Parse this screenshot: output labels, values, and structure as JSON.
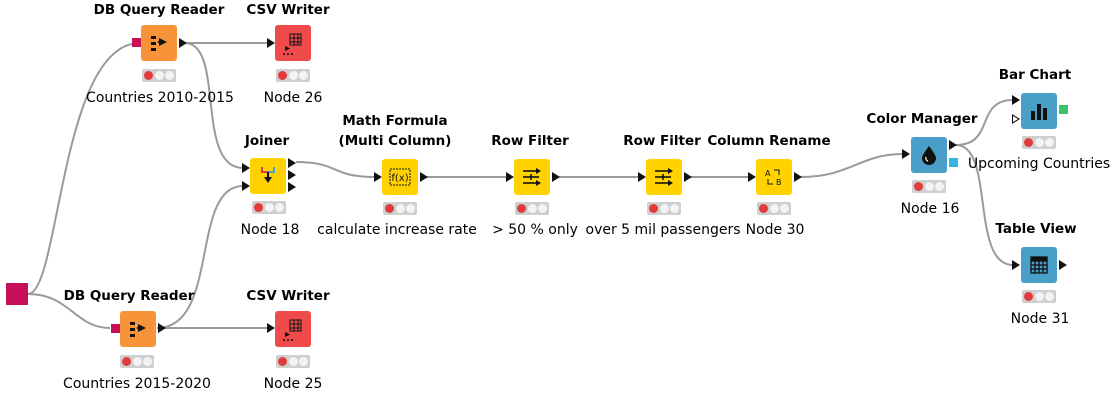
{
  "colors": {
    "reader": "#f7943a",
    "writer": "#ef4b4b",
    "manipulator": "#ffd200",
    "view": "#4a9fc9",
    "db_port": "#c8105a",
    "connection": "#9a9a9a",
    "status_red": "#e23b3b"
  },
  "variable_source": {
    "icon": "flow-variable-square"
  },
  "nodes": {
    "db_reader_1": {
      "title": "DB Query Reader",
      "label": "Countries 2010-2015",
      "icon": "db-reader-icon"
    },
    "csv_writer_1": {
      "title": "CSV Writer",
      "label": "Node 26",
      "icon": "csv-writer-icon"
    },
    "joiner": {
      "title": "Joiner",
      "label": "Node 18",
      "icon": "joiner-icon"
    },
    "db_reader_2": {
      "title": "DB Query Reader",
      "label": "Countries 2015-2020",
      "icon": "db-reader-icon"
    },
    "csv_writer_2": {
      "title": "CSV Writer",
      "label": "Node 25",
      "icon": "csv-writer-icon"
    },
    "math_formula": {
      "title_line1": "Math Formula",
      "title_line2": "(Multi Column)",
      "label": "calculate increase rate",
      "icon": "fx-icon"
    },
    "row_filter_1": {
      "title": "Row Filter",
      "label": "> 50 % only",
      "icon": "filter-icon"
    },
    "row_filter_2": {
      "title": "Row Filter",
      "label": "over 5 mil passengers",
      "icon": "filter-icon"
    },
    "column_rename": {
      "title": "Column Rename",
      "label": "Node 30",
      "icon": "rename-icon"
    },
    "color_manager": {
      "title": "Color Manager",
      "label": "Node 16",
      "icon": "color-drop-icon"
    },
    "bar_chart": {
      "title": "Bar Chart",
      "label": "Upcoming Countries",
      "icon": "bar-chart-icon"
    },
    "table_view": {
      "title": "Table View",
      "label": "Node 31",
      "icon": "table-icon"
    }
  }
}
